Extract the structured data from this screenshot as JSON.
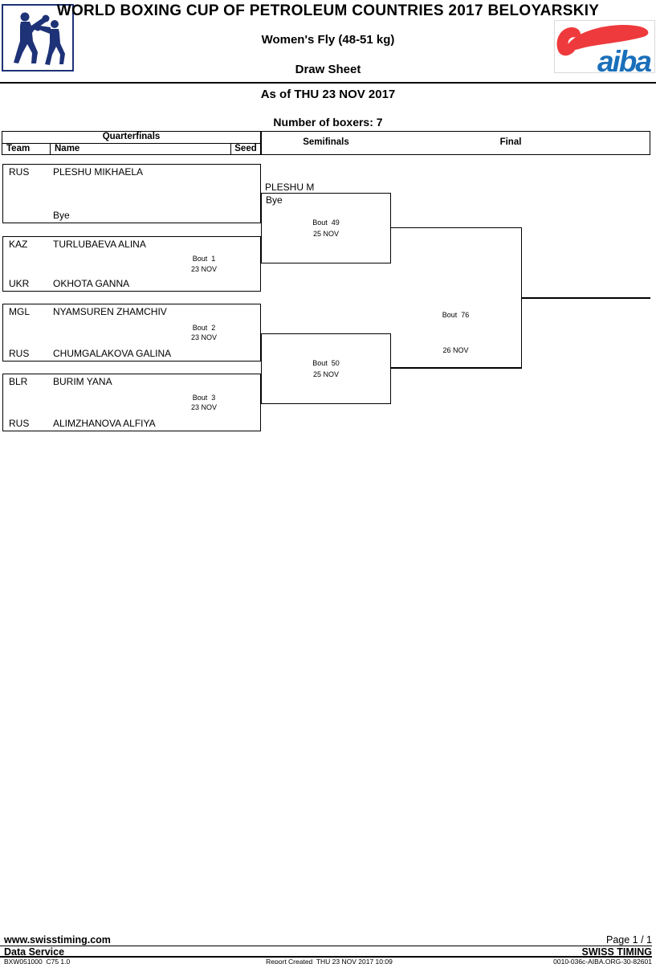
{
  "header": {
    "title": "WORLD BOXING CUP OF PETROLEUM COUNTRIES 2017 BELOYARSKIY",
    "weight_class": "Women's Fly (48-51 kg)",
    "doc_type": "Draw Sheet",
    "as_of": "As of THU 23 NOV 2017",
    "boxer_count": "Number of boxers: 7",
    "aiba_logo_text": "aiba"
  },
  "columns": {
    "quarterfinals": "Quarterfinals",
    "team": "Team",
    "name": "Name",
    "seed": "Seed",
    "semifinals": "Semifinals",
    "final": "Final"
  },
  "quarterfinals": [
    {
      "top_team": "RUS",
      "top_name": "PLESHU MIKHAELA",
      "bottom_team": "",
      "bottom_name": "Bye",
      "bout": "",
      "date": ""
    },
    {
      "top_team": "KAZ",
      "top_name": "TURLUBAEVA ALINA",
      "bottom_team": "UKR",
      "bottom_name": "OKHOTA GANNA",
      "bout": "Bout  1",
      "date": "23 NOV"
    },
    {
      "top_team": "MGL",
      "top_name": "NYAMSUREN ZHAMCHIV",
      "bottom_team": "RUS",
      "bottom_name": "CHUMGALAKOVA GALINA",
      "bout": "Bout  2",
      "date": "23 NOV"
    },
    {
      "top_team": "BLR",
      "top_name": "BURIM YANA",
      "bottom_team": "RUS",
      "bottom_name": "ALIMZHANOVA ALFIYA",
      "bout": "Bout  3",
      "date": "23 NOV"
    }
  ],
  "semifinals": [
    {
      "advancer": "PLESHU M",
      "note": "Bye",
      "bout": "Bout  49",
      "date": "25 NOV"
    },
    {
      "bout": "Bout  50",
      "date": "25 NOV"
    }
  ],
  "final": {
    "bout": "Bout  76",
    "date": "26 NOV"
  },
  "footer": {
    "website": "www.swisstiming.com",
    "page": "Page 1 / 1",
    "service": "Data Service",
    "company": "SWISS TIMING",
    "doc_code": "BXW051000_C75 1.0",
    "report_created": "Report Created  THU 23 NOV 2017 10:09",
    "report_code": "0010-036c-AIBA.ORG-30-82601"
  },
  "colors": {
    "logo_navy": "#1e3277",
    "aiba_red": "#ee3a3c",
    "aiba_blue": "#1a6fba",
    "line_black": "#000000"
  }
}
